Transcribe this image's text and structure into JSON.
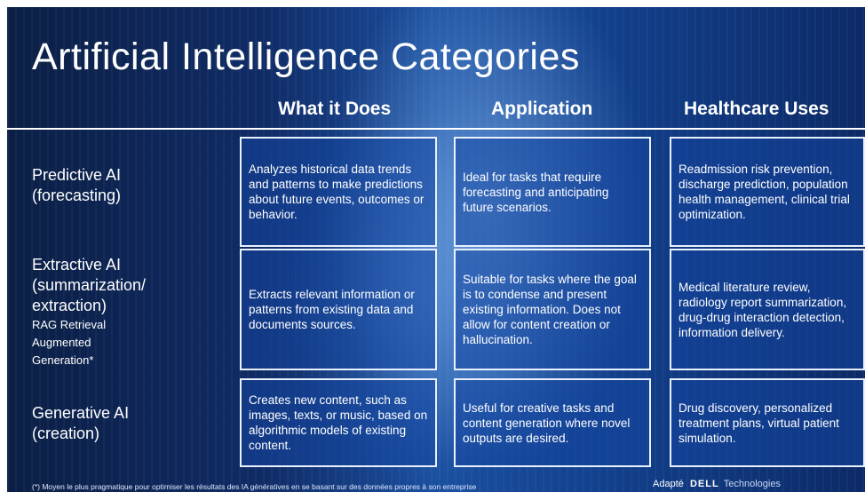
{
  "title": "Artificial Intelligence Categories",
  "columns": [
    "What it Does",
    "Application",
    "Healthcare Uses"
  ],
  "rows": [
    {
      "label_lines": [
        "Predictive AI",
        "(forecasting)"
      ],
      "what": "Analyzes historical data trends and patterns to make predictions about future events, outcomes or behavior.",
      "application": "Ideal for tasks that require forecasting and anticipating future scenarios.",
      "healthcare": "Readmission risk prevention, discharge prediction,  population health management, clinical trial optimization."
    },
    {
      "label_lines": [
        "Extractive AI",
        "(summarization/",
        "extraction)"
      ],
      "label_small_lines": [
        "RAG Retrieval",
        "Augmented",
        "Generation*"
      ],
      "what": "Extracts relevant information or patterns from existing data and documents sources.",
      "application": "Suitable for tasks where the goal is to condense and present existing information. Does not allow for content creation or hallucination.",
      "healthcare": "Medical literature review, radiology report summarization, drug-drug interaction detection, information delivery."
    },
    {
      "label_lines": [
        "Generative AI",
        "(creation)"
      ],
      "what": "Creates new content, such as images, texts, or music, based on algorithmic models of existing content.",
      "application": "Useful for creative tasks and content generation where novel outputs are desired.",
      "healthcare": "Drug discovery, personalized treatment plans, virtual patient simulation."
    }
  ],
  "footnote": "(*) Moyen le plus pragmatique pour optimiser les résultats des IA génératives en se basant sur des données propres à son entreprise",
  "brand": {
    "prefix": "Adapté",
    "dell": "DELL",
    "tech": "Technologies"
  },
  "colors": {
    "background": "#102c66",
    "text": "#ffffff",
    "cell_border": "#e9f1ff"
  }
}
